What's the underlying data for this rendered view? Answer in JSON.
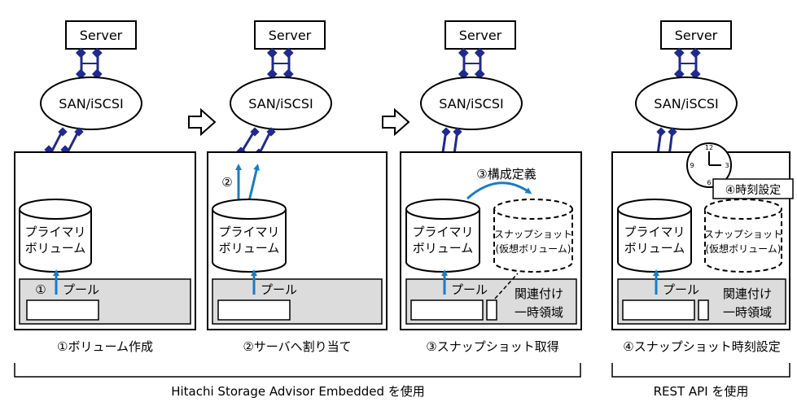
{
  "panels": [
    {
      "server_label": "Server",
      "network_label": "SAN/iSCSI",
      "primary_line1": "プライマリ",
      "primary_line2": "ボリューム",
      "pool_label": "プール",
      "pool_step_marker": "①",
      "caption": "①ボリューム作成"
    },
    {
      "server_label": "Server",
      "network_label": "SAN/iSCSI",
      "primary_line1": "プライマリ",
      "primary_line2": "ボリューム",
      "pool_label": "プール",
      "path_step_marker": "②",
      "caption": "②サーバへ割り当て"
    },
    {
      "server_label": "Server",
      "network_label": "SAN/iSCSI",
      "primary_line1": "プライマリ",
      "primary_line2": "ボリューム",
      "snapshot_line1": "スナップショット",
      "snapshot_line2": "(仮想ボリューム)",
      "config_label": "③構成定義",
      "pool_label": "プール",
      "related_label": "関連付け",
      "temp_area_label": "一時領域",
      "caption": "③スナップショット取得"
    },
    {
      "server_label": "Server",
      "network_label": "SAN/iSCSI",
      "primary_line1": "プライマリ",
      "primary_line2": "ボリューム",
      "snapshot_line1": "スナップショット",
      "snapshot_line2": "(仮想ボリューム)",
      "time_setting_label": "④時刻設定",
      "pool_label": "プール",
      "related_label": "関連付け",
      "temp_area_label": "一時領域",
      "caption": "④スナップショット時刻設定"
    }
  ],
  "clock": {
    "n12": "12",
    "n3": "3",
    "n6": "6",
    "n9": "9"
  },
  "groups": {
    "embedded_label": "Hitachi Storage Advisor Embedded を使用",
    "rest_label": "REST API を使用"
  },
  "colors": {
    "link": "#1f2a8c",
    "arrow": "#1a7dc4",
    "pool_fill": "#dcdcdc",
    "line": "#000000"
  }
}
